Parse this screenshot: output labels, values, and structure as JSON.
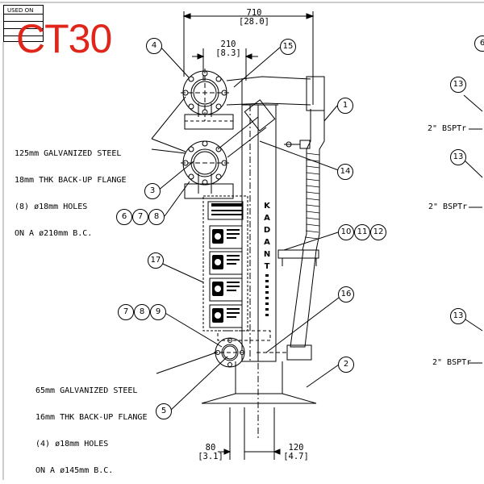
{
  "used_on": "USED ON",
  "title": "CT30",
  "notes": {
    "upper": [
      "125mm GALVANIZED STEEL",
      "18mm THK BACK-UP FLANGE",
      "(8) ø18mm HOLES",
      "ON A ø210mm B.C."
    ],
    "lower": [
      "65mm GALVANIZED STEEL",
      "16mm THK BACK-UP FLANGE",
      "(4) ø18mm HOLES",
      "ON A ø145mm B.C."
    ]
  },
  "dimensions": {
    "overall": {
      "mm": "710",
      "in": "[28.0]"
    },
    "flange_offset": {
      "mm": "210",
      "in": "[8.3]"
    },
    "base_left": {
      "mm": "80",
      "in": "[3.1]"
    },
    "base_right": {
      "mm": "120",
      "in": "[4.7]"
    }
  },
  "balloons": {
    "b1": "1",
    "b2": "2",
    "b3": "3",
    "b4": "4",
    "b5": "5",
    "b6": "6",
    "b7": "7",
    "b8": "8",
    "b9": "9",
    "b10": "10",
    "b11": "11",
    "b12": "12",
    "b13a": "13",
    "b13b": "13",
    "b13c": "13",
    "b14": "14",
    "b15": "15",
    "b16": "16",
    "b17": "17",
    "b678_6": "6",
    "b678_7": "7",
    "b678_8": "8",
    "b789_7": "7",
    "b789_8": "8",
    "b789_9": "9",
    "b6_edge": "6"
  },
  "bspt_label": "2\" BSPTr",
  "brand_vertical": "KADANT"
}
